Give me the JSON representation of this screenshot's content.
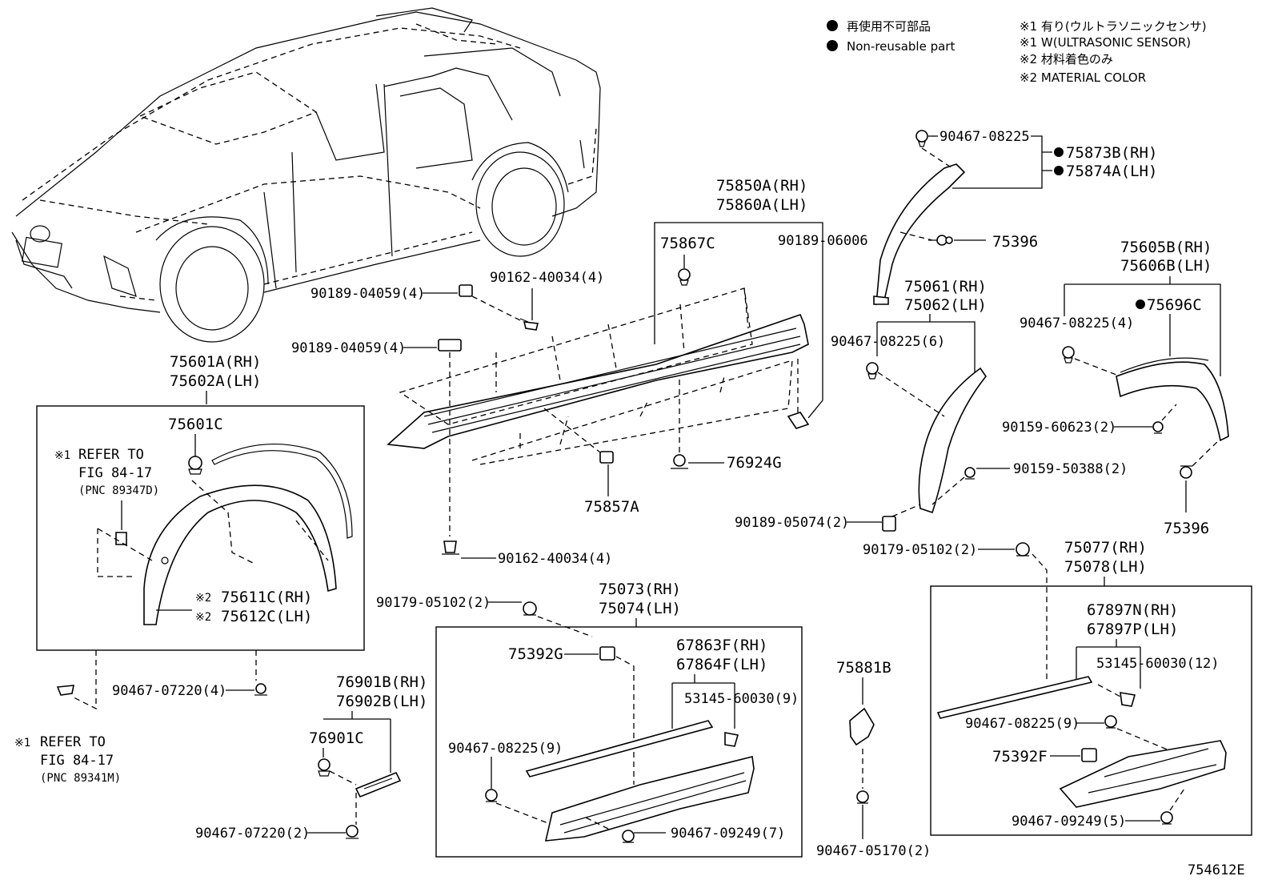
{
  "legend": {
    "nonreusable_jp": "再使用不可部品",
    "nonreusable_en": "Non-reusable part",
    "note1_jp": "※1 有り(ウルトラソニックセンサ)",
    "note1_en": "※1 W(ULTRASONIC SENSOR)",
    "note2_jp": "※2 材料着色のみ",
    "note2_en": "※2 MATERIAL COLOR"
  },
  "labels": {
    "p90467_08225_top": "90467-08225",
    "p75873B": "75873B(RH)",
    "p75874A": "75874A(LH)",
    "p75396_top": "75396",
    "p75850A": "75850A(RH)",
    "p75860A": "75860A(LH)",
    "p75867C": "75867C",
    "p90189_06006": "90189-06006",
    "p90189_04059_a": "90189-04059(4)",
    "p90162_40034_a": "90162-40034(4)",
    "p90189_04059_b": "90189-04059(4)",
    "p75061": "75061(RH)",
    "p75062": "75062(LH)",
    "p90467_08225_6": "90467-08225(6)",
    "p75605B": "75605B(RH)",
    "p75606B": "75606B(LH)",
    "p75696C": "75696C",
    "p90467_08225_4": "90467-08225(4)",
    "p90159_60623": "90159-60623(2)",
    "p75601A": "75601A(RH)",
    "p75602A": "75602A(LH)",
    "p75601C": "75601C",
    "refer1_a": "REFER TO",
    "refer1_b": "FIG 84-17",
    "refer1_c": "(PNC 89347D)",
    "p75611C": "75611C(RH)",
    "p75612C": "75612C(LH)",
    "note2_mark_a": "※2",
    "note2_mark_b": "※2",
    "note1_mark_a": "※1",
    "note1_mark_b": "※1",
    "p76924G": "76924G",
    "p75857A": "75857A",
    "p90159_50388": "90159-50388(2)",
    "p75396_right": "75396",
    "p90189_05074": "90189-05074(2)",
    "p90179_05102_right": "90179-05102(2)",
    "p90162_40034_b": "90162-40034(4)",
    "p75077": "75077(RH)",
    "p75078": "75078(LH)",
    "p90179_05102_mid": "90179-05102(2)",
    "p75073": "75073(RH)",
    "p75074": "75074(LH)",
    "p67897N": "67897N(RH)",
    "p67897P": "67897P(LH)",
    "p90467_07220_4": "90467-07220(4)",
    "p75392G": "75392G",
    "p67863F": "67863F(RH)",
    "p67864F": "67864F(LH)",
    "p75881B": "75881B",
    "p53145_60030_12": "53145-60030(12)",
    "p76901B": "76901B(RH)",
    "p76902B": "76902B(LH)",
    "p53145_60030_9": "53145-60030(9)",
    "p90467_08225_9_right": "90467-08225(9)",
    "refer2_a": "REFER TO",
    "refer2_b": "FIG 84-17",
    "refer2_c": "(PNC 89341M)",
    "p76901C": "76901C",
    "p90467_08225_9_mid": "90467-08225(9)",
    "p75392F": "75392F",
    "p90467_07220_2": "90467-07220(2)",
    "p90467_09249_7": "90467-09249(7)",
    "p90467_05170": "90467-05170(2)",
    "p90467_09249_5": "90467-09249(5)",
    "fig_id": "754612E"
  }
}
